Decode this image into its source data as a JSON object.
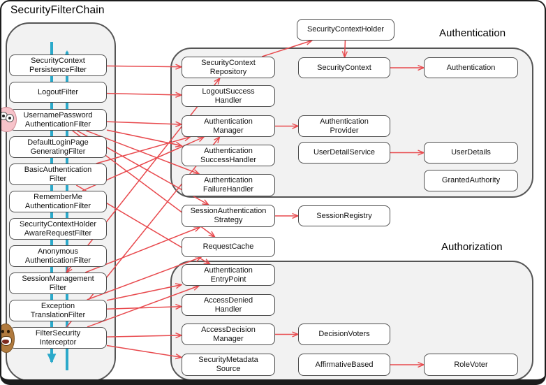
{
  "title": "SecurityFilterChain",
  "labels": {
    "authentication": "Authentication",
    "authorization": "Authorization"
  },
  "colors": {
    "arrow": "#e8494d",
    "flow": "#2ba9ca",
    "container_fill": "#f2f2f2",
    "box_border": "#4d4d4d"
  },
  "icons": [
    {
      "name": "pink-creature-icon",
      "meaning": "mascot beside UsernamePasswordAuthenticationFilter"
    },
    {
      "name": "monkey-face-icon",
      "meaning": "mascot beside FilterSecurityInterceptor"
    }
  ],
  "nodes": {
    "filters": [
      {
        "id": "scpFilter",
        "label": "SecurityContext\nPersistenceFilter"
      },
      {
        "id": "logoutFilter",
        "label": "LogoutFilter"
      },
      {
        "id": "upFilter",
        "label": "UsernamePassword\nAuthenticationFilter"
      },
      {
        "id": "dlpFilter",
        "label": "DefaultLoginPage\nGeneratingFilter"
      },
      {
        "id": "basicFilter",
        "label": "BasicAuthentication\nFilter"
      },
      {
        "id": "rememberMeFilter",
        "label": "RememberMe\nAuthenticationFilter"
      },
      {
        "id": "schAwareFilter",
        "label": "SecurityContextHolder\nAwareRequestFilter"
      },
      {
        "id": "anonFilter",
        "label": "Anonymous\nAuthenticationFilter"
      },
      {
        "id": "sessionMgmtFilter",
        "label": "SessionManagement\nFilter"
      },
      {
        "id": "exTransFilter",
        "label": "Exception\nTranslationFilter"
      },
      {
        "id": "fsiFilter",
        "label": "FilterSecurity\nInterceptor"
      }
    ],
    "components": [
      {
        "id": "scRepo",
        "label": "SecurityContext\nRepository"
      },
      {
        "id": "logoutSuccess",
        "label": "LogoutSuccess\nHandler"
      },
      {
        "id": "authManager",
        "label": "Authentication\nManager"
      },
      {
        "id": "successHandler",
        "label": "Authentication\nSuccessHandler"
      },
      {
        "id": "failureHandler",
        "label": "Authentication\nFailureHandler"
      },
      {
        "id": "sessionAuthStrategy",
        "label": "SessionAuthentication\nStrategy"
      },
      {
        "id": "requestCache",
        "label": "RequestCache"
      },
      {
        "id": "authEntryPoint",
        "label": "Authentication\nEntryPoint"
      },
      {
        "id": "accessDeniedHandler",
        "label": "AccessDenied\nHandler"
      },
      {
        "id": "accessDecisionManager",
        "label": "AccessDecision\nManager"
      },
      {
        "id": "securityMetadataSource",
        "label": "SecurityMetadata\nSource"
      }
    ],
    "core": [
      {
        "id": "scHolder",
        "label": "SecurityContextHolder"
      },
      {
        "id": "securityContext",
        "label": "SecurityContext"
      },
      {
        "id": "authProvider",
        "label": "Authentication\nProvider"
      },
      {
        "id": "userDetailService",
        "label": "UserDetailService"
      },
      {
        "id": "sessionRegistry",
        "label": "SessionRegistry"
      },
      {
        "id": "decisionVoters",
        "label": "DecisionVoters"
      },
      {
        "id": "affirmativeBased",
        "label": "AffirmativeBased"
      }
    ],
    "model": [
      {
        "id": "authentication",
        "label": "Authentication"
      },
      {
        "id": "userDetails",
        "label": "UserDetails"
      },
      {
        "id": "grantedAuthority",
        "label": "GrantedAuthority"
      },
      {
        "id": "roleVoter",
        "label": "RoleVoter"
      }
    ]
  },
  "edges": [
    {
      "from": "scpFilter",
      "to": "scRepo"
    },
    {
      "from": "logoutFilter",
      "to": "logoutSuccess"
    },
    {
      "from": "upFilter",
      "to": "authManager"
    },
    {
      "from": "upFilter",
      "to": "successHandler"
    },
    {
      "from": "upFilter",
      "to": "failureHandler"
    },
    {
      "from": "upFilter",
      "to": "sessionAuthStrategy"
    },
    {
      "from": "upFilter",
      "to": "requestCache"
    },
    {
      "from": "basicFilter",
      "to": "authManager"
    },
    {
      "from": "basicFilter",
      "to": "authEntryPoint"
    },
    {
      "from": "rememberMeFilter",
      "to": "authManager"
    },
    {
      "from": "sessionMgmtFilter",
      "to": "scRepo",
      "both": true
    },
    {
      "from": "sessionMgmtFilter",
      "to": "sessionAuthStrategy"
    },
    {
      "from": "exTransFilter",
      "to": "requestCache"
    },
    {
      "from": "exTransFilter",
      "to": "authEntryPoint"
    },
    {
      "from": "exTransFilter",
      "to": "accessDeniedHandler"
    },
    {
      "from": "fsiFilter",
      "to": "authManager"
    },
    {
      "from": "fsiFilter",
      "to": "authEntryPoint"
    },
    {
      "from": "fsiFilter",
      "to": "accessDecisionManager"
    },
    {
      "from": "fsiFilter",
      "to": "securityMetadataSource"
    },
    {
      "from": "scRepo",
      "to": "scHolder"
    },
    {
      "from": "scHolder",
      "to": "securityContext"
    },
    {
      "from": "securityContext",
      "to": "authentication"
    },
    {
      "from": "authManager",
      "to": "authProvider"
    },
    {
      "from": "userDetailService",
      "to": "userDetails"
    },
    {
      "from": "sessionAuthStrategy",
      "to": "sessionRegistry"
    },
    {
      "from": "accessDecisionManager",
      "to": "decisionVoters"
    },
    {
      "from": "affirmativeBased",
      "to": "roleVoter"
    }
  ]
}
